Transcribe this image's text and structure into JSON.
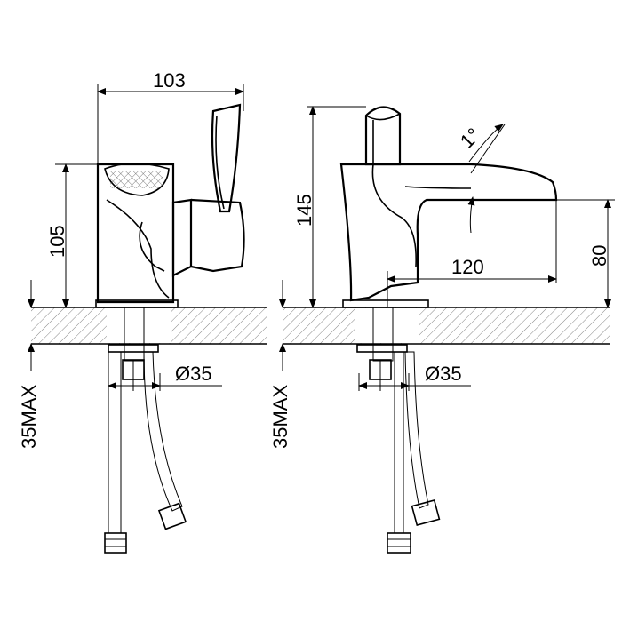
{
  "front_view": {
    "width_label": "103",
    "height_label": "105",
    "hole_diameter_label": "Ø35",
    "max_thickness_label": "35MAX"
  },
  "side_view": {
    "height_label": "145",
    "spout_height_label": "80",
    "spout_reach_label": "120",
    "angle_label": "1°",
    "hole_diameter_label": "Ø35",
    "max_thickness_label": "35MAX"
  }
}
